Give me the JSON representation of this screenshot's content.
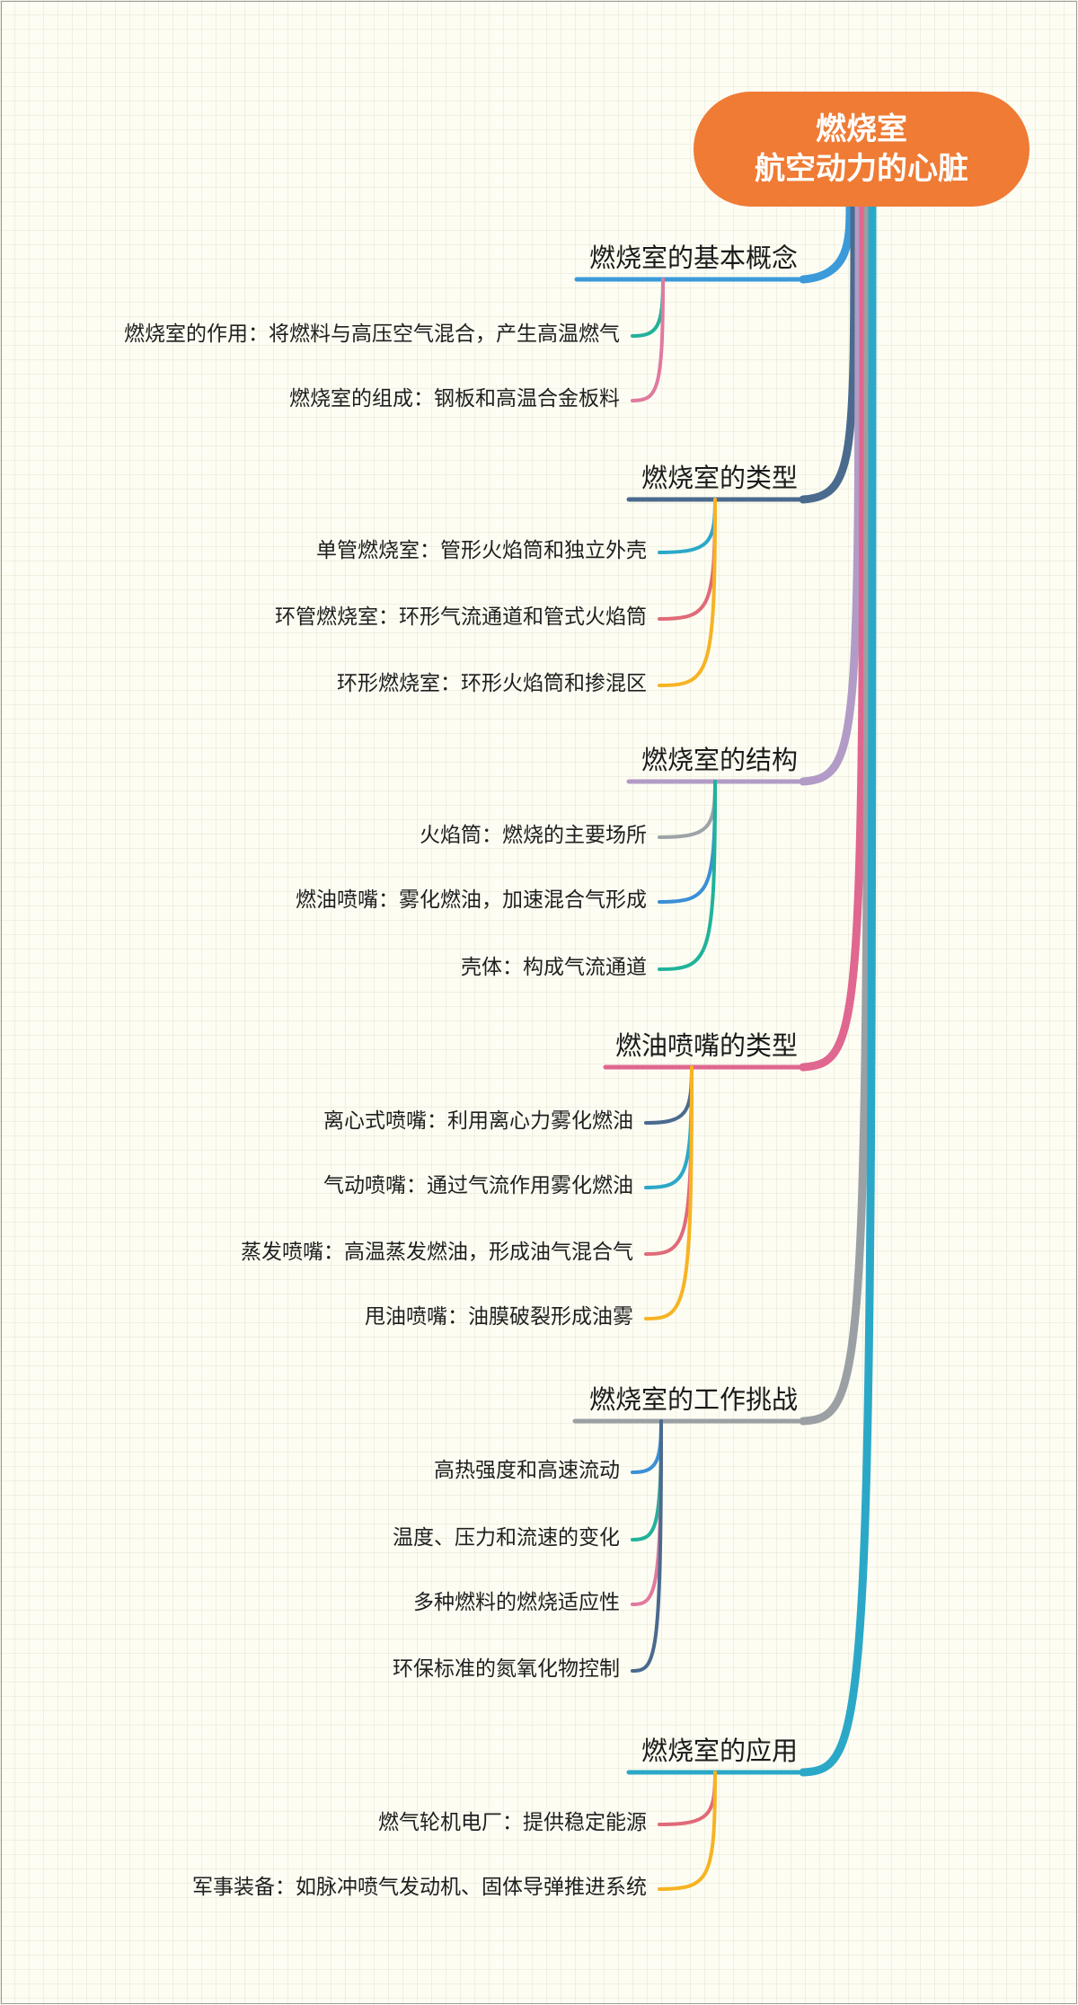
{
  "root": {
    "line1": "燃烧室",
    "line2": "航空动力的心脏",
    "color": "#ef7b35"
  },
  "branches": [
    {
      "title": "燃烧室的基本概念",
      "color": "#3b9ad9",
      "children": [
        {
          "text": "燃烧室的作用：将燃料与高压空气混合，产生高温燃气",
          "color": "#21b29a"
        },
        {
          "text": "燃烧室的组成：钢板和高温合金板料",
          "color": "#e07a9e"
        }
      ]
    },
    {
      "title": "燃烧室的类型",
      "color": "#4a6a8e",
      "children": [
        {
          "text": "单管燃烧室：管形火焰筒和独立外壳",
          "color": "#2ba8c8"
        },
        {
          "text": "环管燃烧室：环形气流通道和管式火焰筒",
          "color": "#e06a78"
        },
        {
          "text": "环形燃烧室：环形火焰筒和掺混区",
          "color": "#f6b323"
        }
      ]
    },
    {
      "title": "燃烧室的结构",
      "color": "#b29bc6",
      "children": [
        {
          "text": "火焰筒：燃烧的主要场所",
          "color": "#9da3a6"
        },
        {
          "text": "燃油喷嘴：雾化燃油，加速混合气形成",
          "color": "#3b8fd6"
        },
        {
          "text": "壳体：构成气流通道",
          "color": "#1fb39a"
        }
      ]
    },
    {
      "title": "燃油喷嘴的类型",
      "color": "#e0678f",
      "children": [
        {
          "text": "离心式喷嘴：利用离心力雾化燃油",
          "color": "#4a6a8e"
        },
        {
          "text": "气动喷嘴：通过气流作用雾化燃油",
          "color": "#2ba8c8"
        },
        {
          "text": "蒸发喷嘴：高温蒸发燃油，形成油气混合气",
          "color": "#e06a78"
        },
        {
          "text": "甩油喷嘴：油膜破裂形成油雾",
          "color": "#f6b323"
        }
      ]
    },
    {
      "title": "燃烧室的工作挑战",
      "color": "#9aa0a3",
      "children": [
        {
          "text": "高热强度和高速流动",
          "color": "#3b8fd6"
        },
        {
          "text": "温度、压力和流速的变化",
          "color": "#21b29a"
        },
        {
          "text": "多种燃料的燃烧适应性",
          "color": "#e07a9e"
        },
        {
          "text": "环保标准的氮氧化物控制",
          "color": "#4a6a8e"
        }
      ]
    },
    {
      "title": "燃烧室的应用",
      "color": "#2ba8c8",
      "children": [
        {
          "text": "燃气轮机电厂：提供稳定能源",
          "color": "#e06a78"
        },
        {
          "text": "军事装备：如脉冲喷气发动机、固体导弹推进系统",
          "color": "#f6b323"
        }
      ]
    }
  ]
}
